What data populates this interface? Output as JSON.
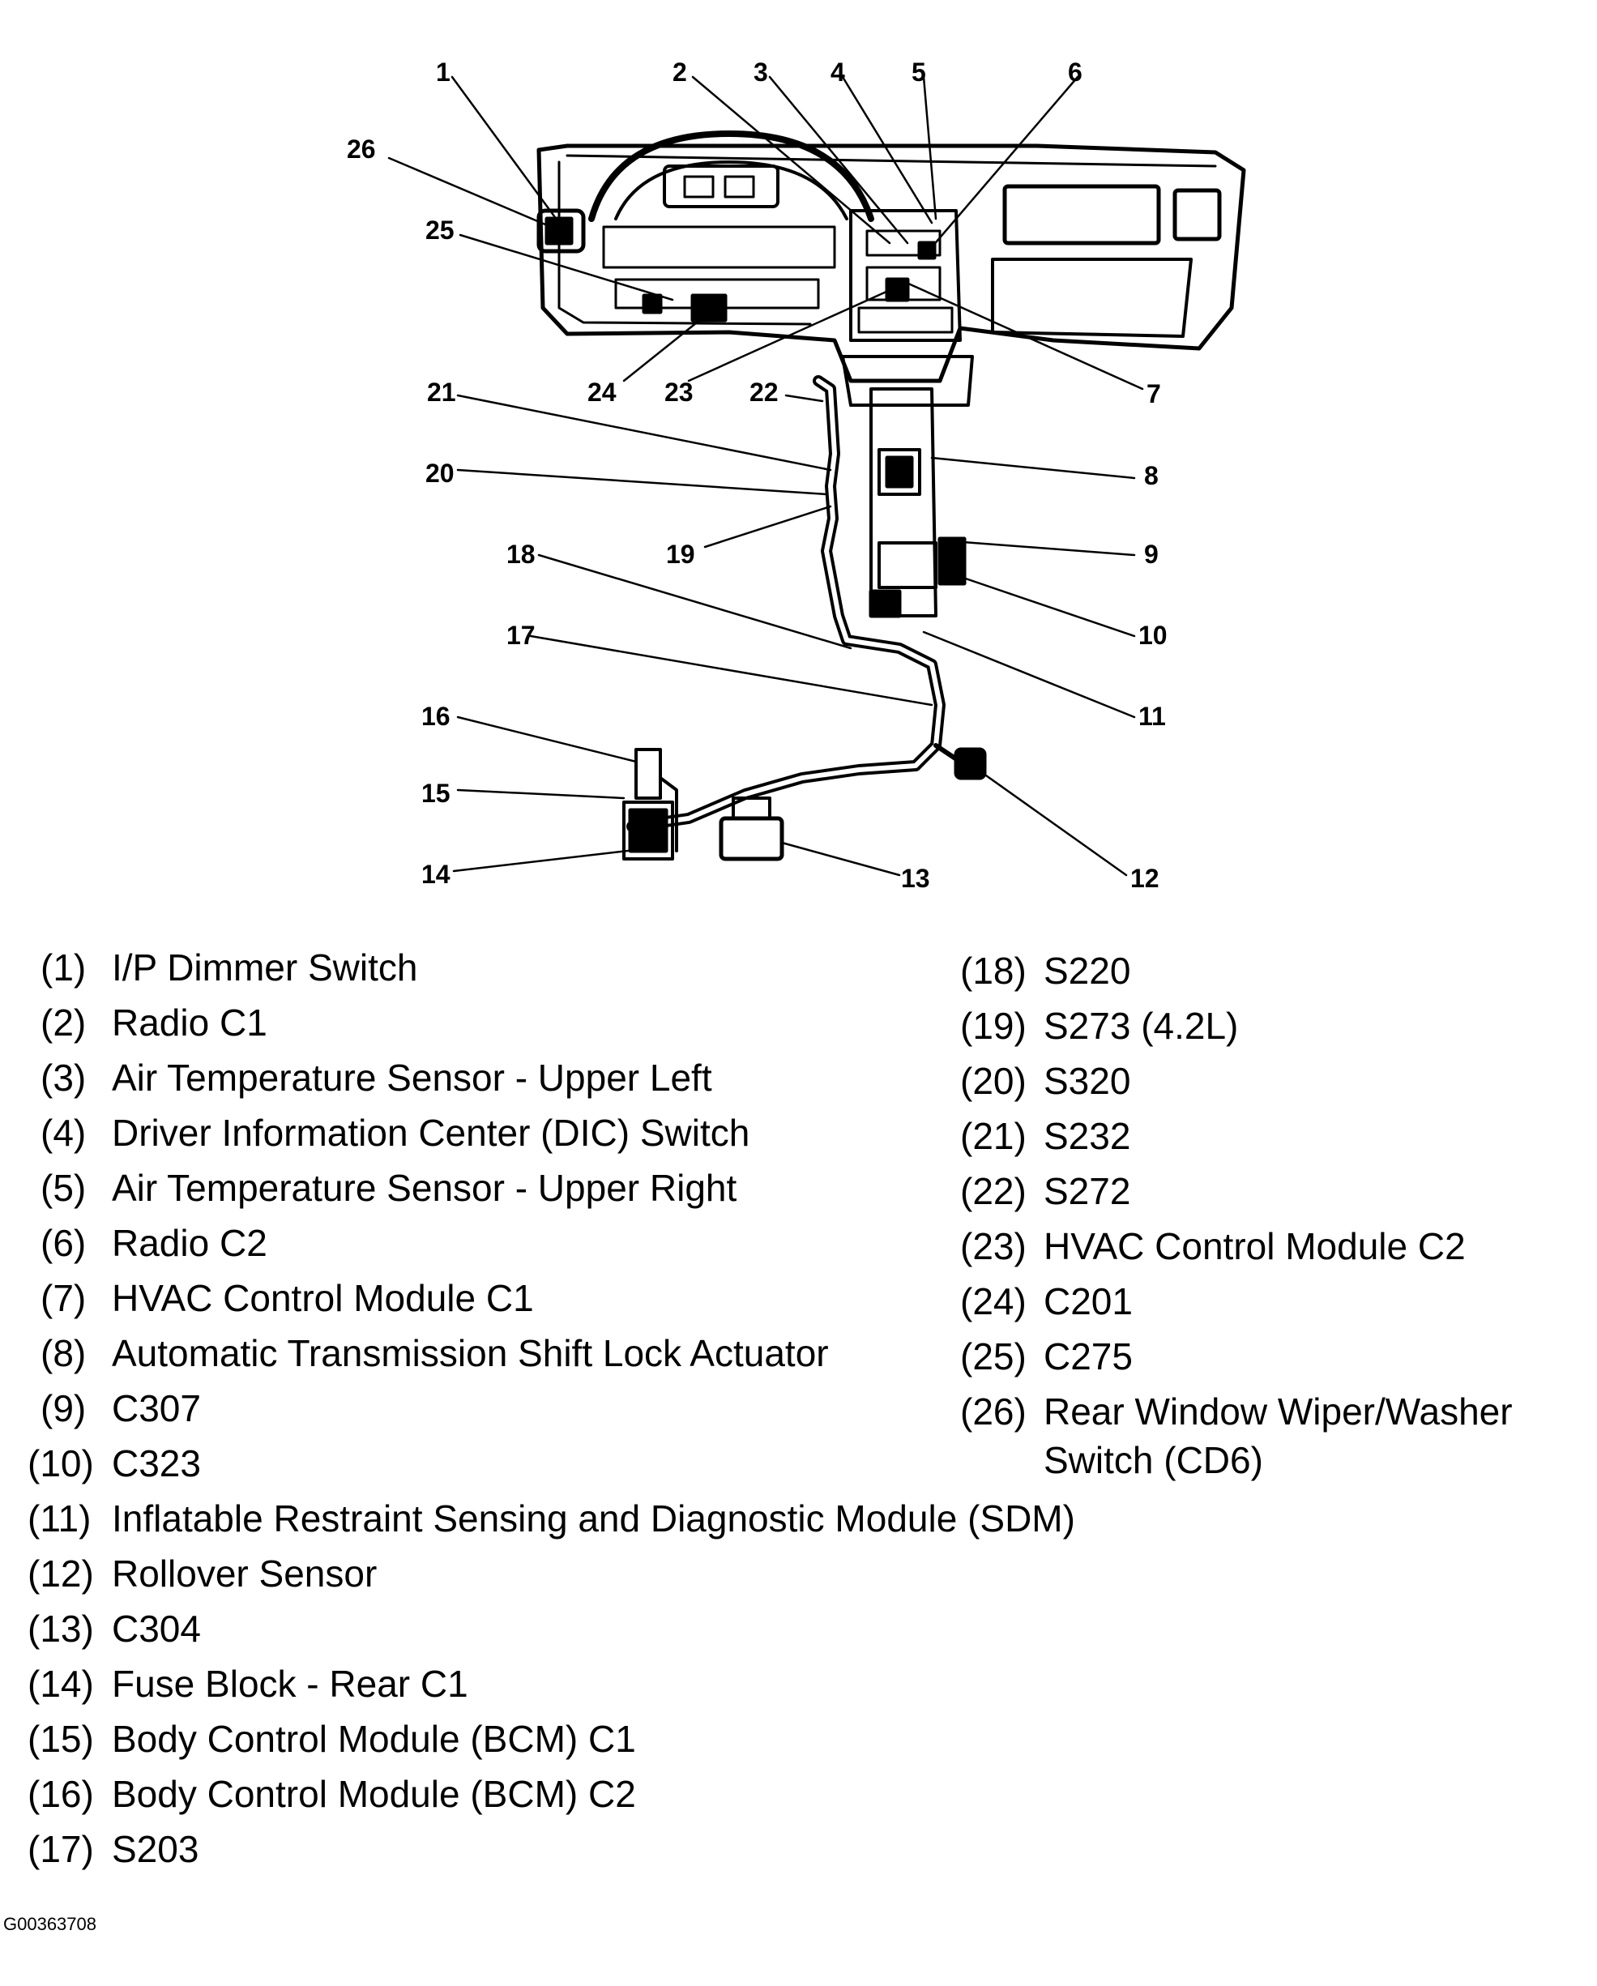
{
  "callouts": [
    "1",
    "2",
    "3",
    "4",
    "5",
    "6",
    "7",
    "8",
    "9",
    "10",
    "11",
    "12",
    "13",
    "14",
    "15",
    "16",
    "17",
    "18",
    "19",
    "20",
    "21",
    "22",
    "23",
    "24",
    "25",
    "26"
  ],
  "legend": [
    {
      "num": "(1)",
      "text": "I/P Dimmer Switch"
    },
    {
      "num": "(2)",
      "text": "Radio C1"
    },
    {
      "num": "(3)",
      "text": "Air Temperature Sensor - Upper Left"
    },
    {
      "num": "(4)",
      "text": "Driver Information Center (DIC) Switch"
    },
    {
      "num": "(5)",
      "text": "Air Temperature Sensor - Upper Right"
    },
    {
      "num": "(6)",
      "text": "Radio C2"
    },
    {
      "num": "(7)",
      "text": "HVAC Control Module C1"
    },
    {
      "num": "(8)",
      "text": "Automatic Transmission Shift Lock Actuator"
    },
    {
      "num": "(9)",
      "text": "C307"
    },
    {
      "num": "(10)",
      "text": "C323"
    },
    {
      "num": "(11)",
      "text": "Inflatable Restraint Sensing and Diagnostic Module (SDM)"
    },
    {
      "num": "(12)",
      "text": "Rollover Sensor"
    },
    {
      "num": "(13)",
      "text": "C304"
    },
    {
      "num": "(14)",
      "text": "Fuse Block - Rear C1"
    },
    {
      "num": "(15)",
      "text": "Body Control Module (BCM) C1"
    },
    {
      "num": "(16)",
      "text": "Body Control Module (BCM) C2"
    },
    {
      "num": "(17)",
      "text": "S203"
    },
    {
      "num": "(18)",
      "text": "S220"
    },
    {
      "num": "(19)",
      "text": "S273 (4.2L)"
    },
    {
      "num": "(20)",
      "text": "S320"
    },
    {
      "num": "(21)",
      "text": "S232"
    },
    {
      "num": "(22)",
      "text": "S272"
    },
    {
      "num": "(23)",
      "text": "HVAC Control Module C2"
    },
    {
      "num": "(24)",
      "text": "C201"
    },
    {
      "num": "(25)",
      "text": "C275"
    },
    {
      "num": "(26)",
      "text": "Rear Window Wiper/Washer",
      "text2": "Switch (CD6)"
    }
  ],
  "figure_id": "G00363708"
}
